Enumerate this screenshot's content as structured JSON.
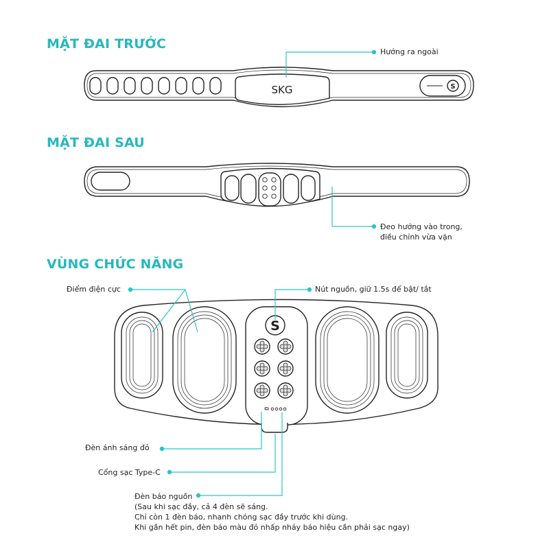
{
  "colors": {
    "accent": "#2bc4c6",
    "title": "#27b8bd",
    "line": "#222222",
    "device_fill": "#ffffff",
    "button_fill": "#f2f2f2"
  },
  "sections": {
    "front_title": "MẶT ĐAI TRƯỚC",
    "back_title": "MẶT ĐAI SAU",
    "function_title": "VÙNG CHỨC NĂNG"
  },
  "callouts": {
    "facing_out": "Hướng ra ngoài",
    "facing_in_line1": "Đeo hướng vào trong,",
    "facing_in_line2": "điều chỉnh vừa vặn",
    "electrode": "Điểm điện cực",
    "power_button": "Nút nguồn, giữ 1.5s để bật/ tắt",
    "red_light": "Đèn ánh sáng đỏ",
    "type_c_port": "Cổng sạc Type-C",
    "power_indicator_title": "Đèn báo nguồn",
    "power_indicator_line1": "(Sau khi sạc đầy, cả 4 đèn sẽ sáng.",
    "power_indicator_line2": "Chỉ còn 1 đèn báo, nhanh chóng sạc đầy trước khi dùng.",
    "power_indicator_line3": "Khi gần hết pin, đèn báo màu đỏ nhấp nháy báo hiệu cần phải sạc ngay)"
  },
  "device": {
    "brand_logo": "SKG",
    "power_icon_letter": "S"
  }
}
